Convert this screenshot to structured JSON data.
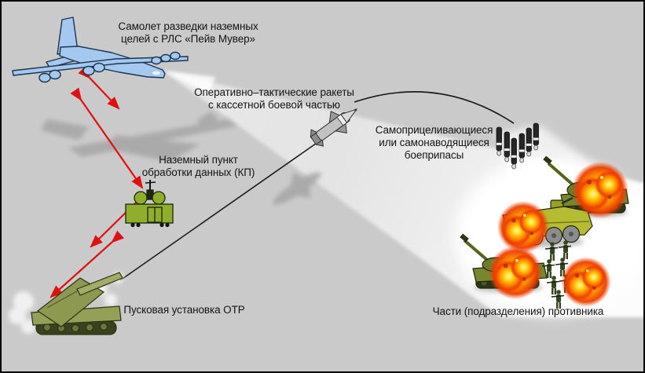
{
  "scene": {
    "title": "Reconnaissance-strike complex diagram",
    "background": "#cacaca",
    "border_color": "#000000"
  },
  "labels": {
    "aircraft": "Самолет разведки наземных\nцелей с РЛС «Пейв Мувер»",
    "missiles": "Оперативно–тактические ракеты\nс кассетной боевой частью",
    "munitions": "Самоприцеливающиеся\nили самонаводящиеся\nбоеприпасы",
    "station": "Наземный пункт\nобработки данных (КП)",
    "launcher": "Пусковая установка ОТР",
    "enemy": "Части (подразделения) противника"
  },
  "colors": {
    "aircraft_fill": "#a5c9ee",
    "aircraft_outline": "#1c3450",
    "arrow_red": "#e01010",
    "station_green": "#8fae2b",
    "launcher_green": "#94a058",
    "tank_olive": "#77862f",
    "apc_green": "#b6bc31",
    "soldier_green": "#33461f",
    "munition_dark": "#262626",
    "missile_gray": "#c2c2c2",
    "beam_light": "#ececec",
    "spotlight_white": "#ffffff",
    "shadow_gray": "#a3a3a3",
    "wheel_gray": "#8c8c8c",
    "explosion_core": "#fff6b8",
    "explosion_yellow": "#ffdf24",
    "explosion_orange": "#ff9300",
    "explosion_red": "#ee3d00"
  },
  "icons": {
    "recon-aircraft-icon": "light blue four-engine reconnaissance jet",
    "radar-beam": "light cone emitted from aircraft nose",
    "spotlight-ellipse": "white illuminated target area",
    "datalink-arrows-icon": "red two-way data link arrows",
    "ground-station-icon": "green van with two dish antennas",
    "launcher-icon": "green tracked launcher firing missile with smoke",
    "missile-icon": "gray tactical missile with fins",
    "missile-trajectory-line": "straight flight path line",
    "munitions-arc-line": "curved dispense arc",
    "submunitions-icon": "six falling dark submunition cylinders",
    "enemy-tank-icon": "olive tank under attack",
    "enemy-apc-icon": "yellow-green wheeled APC",
    "enemy-soldiers-icon": "group of infantry figures",
    "explosion-icon": "orange-yellow fireball burst"
  }
}
